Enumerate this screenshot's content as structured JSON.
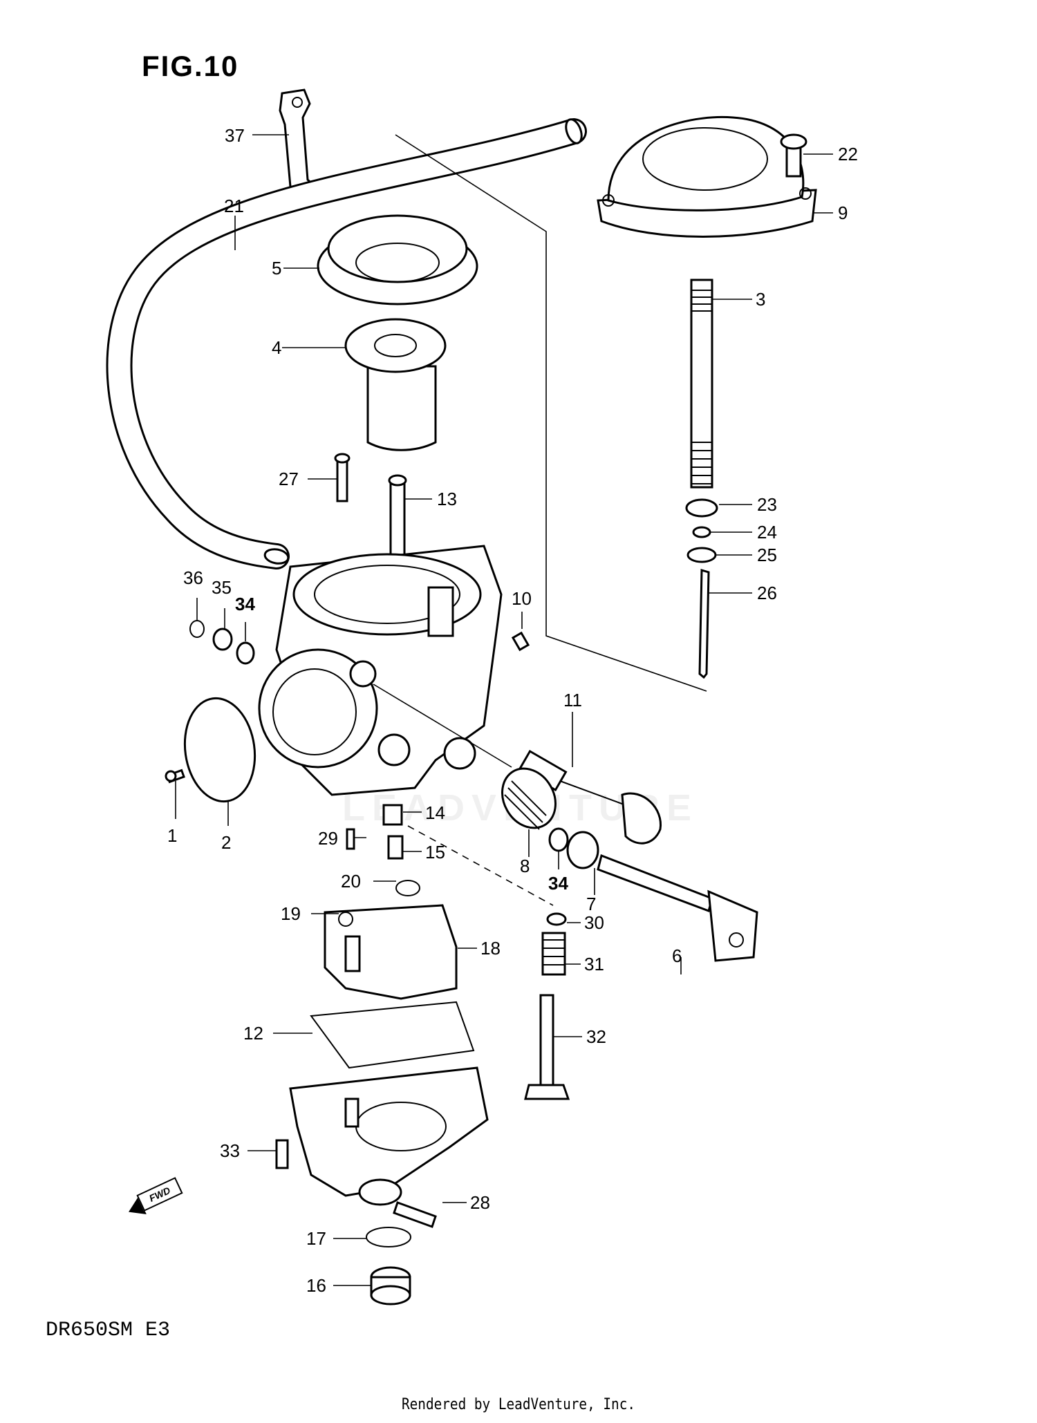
{
  "figure": {
    "title": "FIG.10",
    "model_code": "DR650SM  E3",
    "watermark": "LEADVENTURE",
    "render_credit": "Rendered by LeadVenture, Inc.",
    "fwd_label": "FWD"
  },
  "callouts": [
    {
      "id": "c37",
      "label": "37"
    },
    {
      "id": "c21",
      "label": "21"
    },
    {
      "id": "c5",
      "label": "5"
    },
    {
      "id": "c4",
      "label": "4"
    },
    {
      "id": "c22",
      "label": "22"
    },
    {
      "id": "c9",
      "label": "9"
    },
    {
      "id": "c3",
      "label": "3"
    },
    {
      "id": "c27",
      "label": "27"
    },
    {
      "id": "c13",
      "label": "13"
    },
    {
      "id": "c23",
      "label": "23"
    },
    {
      "id": "c24",
      "label": "24"
    },
    {
      "id": "c25",
      "label": "25"
    },
    {
      "id": "c26",
      "label": "26"
    },
    {
      "id": "c36",
      "label": "36"
    },
    {
      "id": "c35",
      "label": "35"
    },
    {
      "id": "c34a",
      "label": "34"
    },
    {
      "id": "c10",
      "label": "10"
    },
    {
      "id": "c11",
      "label": "11"
    },
    {
      "id": "c1",
      "label": "1"
    },
    {
      "id": "c2",
      "label": "2"
    },
    {
      "id": "c14",
      "label": "14"
    },
    {
      "id": "c29",
      "label": "29"
    },
    {
      "id": "c15",
      "label": "15"
    },
    {
      "id": "c8",
      "label": "8"
    },
    {
      "id": "c34b",
      "label": "34"
    },
    {
      "id": "c7",
      "label": "7"
    },
    {
      "id": "c20",
      "label": "20"
    },
    {
      "id": "c19",
      "label": "19"
    },
    {
      "id": "c18",
      "label": "18"
    },
    {
      "id": "c30",
      "label": "30"
    },
    {
      "id": "c31",
      "label": "31"
    },
    {
      "id": "c6",
      "label": "6"
    },
    {
      "id": "c12",
      "label": "12"
    },
    {
      "id": "c32",
      "label": "32"
    },
    {
      "id": "c33",
      "label": "33"
    },
    {
      "id": "c28",
      "label": "28"
    },
    {
      "id": "c17",
      "label": "17"
    },
    {
      "id": "c16",
      "label": "16"
    }
  ]
}
